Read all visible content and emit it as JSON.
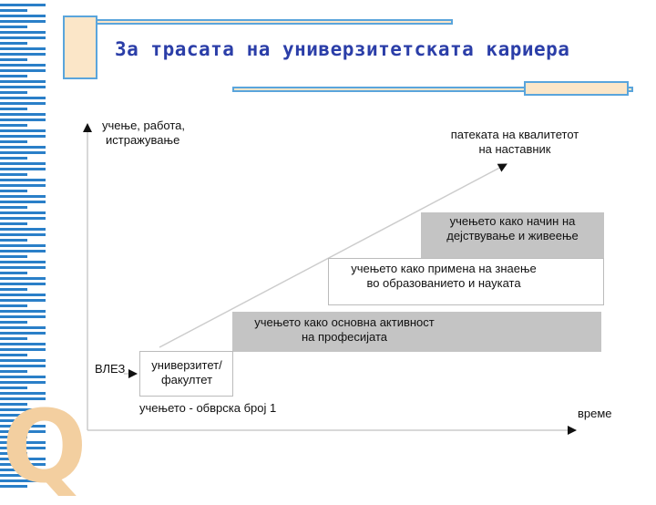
{
  "title": "За трасата на универзитетската кариера",
  "diagram": {
    "y_axis_label_line1": "учење, работа,",
    "y_axis_label_line2": "истражување",
    "x_axis_label": "време",
    "entry_label": "ВЛЕЗ",
    "step1_line1": "универзитет/",
    "step1_line2": "факултет",
    "step1_caption": "учењето - обврска број 1",
    "step2_line1": "учењето како основна активност",
    "step2_line2": "на професијата",
    "step3_line1": "учењето како примена на знаење",
    "step3_line2": "во образованието и науката",
    "step4_line1": "учењето како начин на",
    "step4_line2": "дејствување и живеење",
    "arrow_label_line1": "патеката на квалитетот",
    "arrow_label_line2": "на наставник"
  },
  "logo_letter": "Q",
  "colors": {
    "accent_blue": "#5aa5dc",
    "title_blue": "#2b3ea8",
    "cream": "#fbe6c8",
    "step_grey": "#c4c4c4"
  }
}
